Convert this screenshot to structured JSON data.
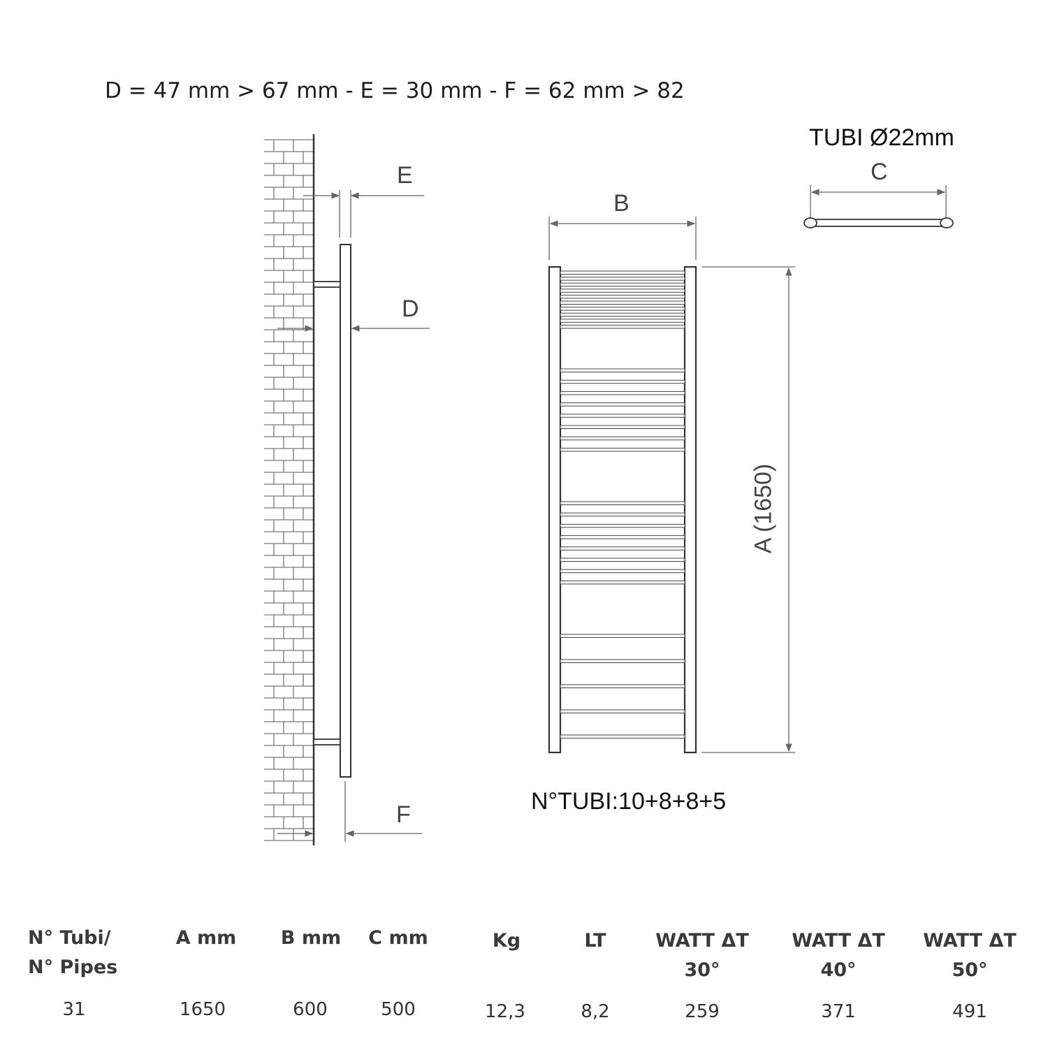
{
  "note": "D = 47 mm > 67 mm - E = 30 mm - F = 62 mm > 82",
  "dimension_labels": {
    "E": "E",
    "D": "D",
    "F": "F",
    "B": "B",
    "C": "C",
    "A": "A (1650)"
  },
  "pipe_spec": "TUBI Ø22mm",
  "tube_count": "N°TUBI:10+8+8+5",
  "table": {
    "headers": {
      "tubes_line1": "N° Tubi/",
      "tubes_line2": "N° Pipes",
      "a": "A mm",
      "b": "B mm",
      "c": "C mm",
      "kg": "Kg",
      "lt": "LT",
      "w30_line1": "WATT ΔT",
      "w30_line2": "30°",
      "w40_line1": "WATT ΔT",
      "w40_line2": "40°",
      "w50_line1": "WATT ΔT",
      "w50_line2": "50°"
    },
    "row": {
      "tubes": "31",
      "a": "1650",
      "b": "600",
      "c": "500",
      "kg": "12,3",
      "lt": "8,2",
      "w30": "259",
      "w40": "371",
      "w50": "491"
    }
  }
}
